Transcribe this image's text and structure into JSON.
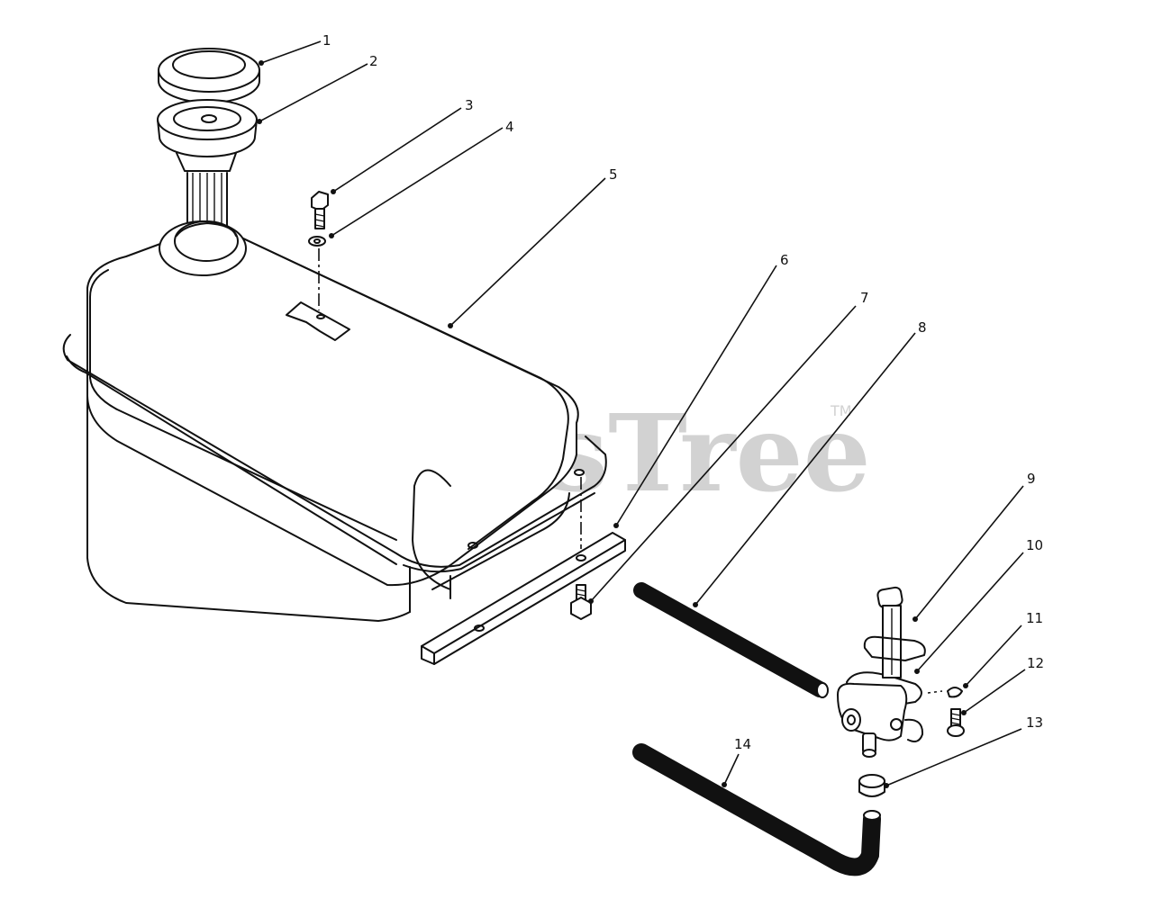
{
  "watermark": {
    "text": "PartsTree",
    "trademark": "TM"
  },
  "callouts": [
    {
      "id": "callout-1",
      "label": "1"
    },
    {
      "id": "callout-2",
      "label": "2"
    },
    {
      "id": "callout-3",
      "label": "3"
    },
    {
      "id": "callout-4",
      "label": "4"
    },
    {
      "id": "callout-5",
      "label": "5"
    },
    {
      "id": "callout-6",
      "label": "6"
    },
    {
      "id": "callout-7",
      "label": "7"
    },
    {
      "id": "callout-8",
      "label": "8"
    },
    {
      "id": "callout-9",
      "label": "9"
    },
    {
      "id": "callout-10",
      "label": "10"
    },
    {
      "id": "callout-11",
      "label": "11"
    },
    {
      "id": "callout-12",
      "label": "12"
    },
    {
      "id": "callout-13",
      "label": "13"
    },
    {
      "id": "callout-14",
      "label": "14"
    }
  ]
}
